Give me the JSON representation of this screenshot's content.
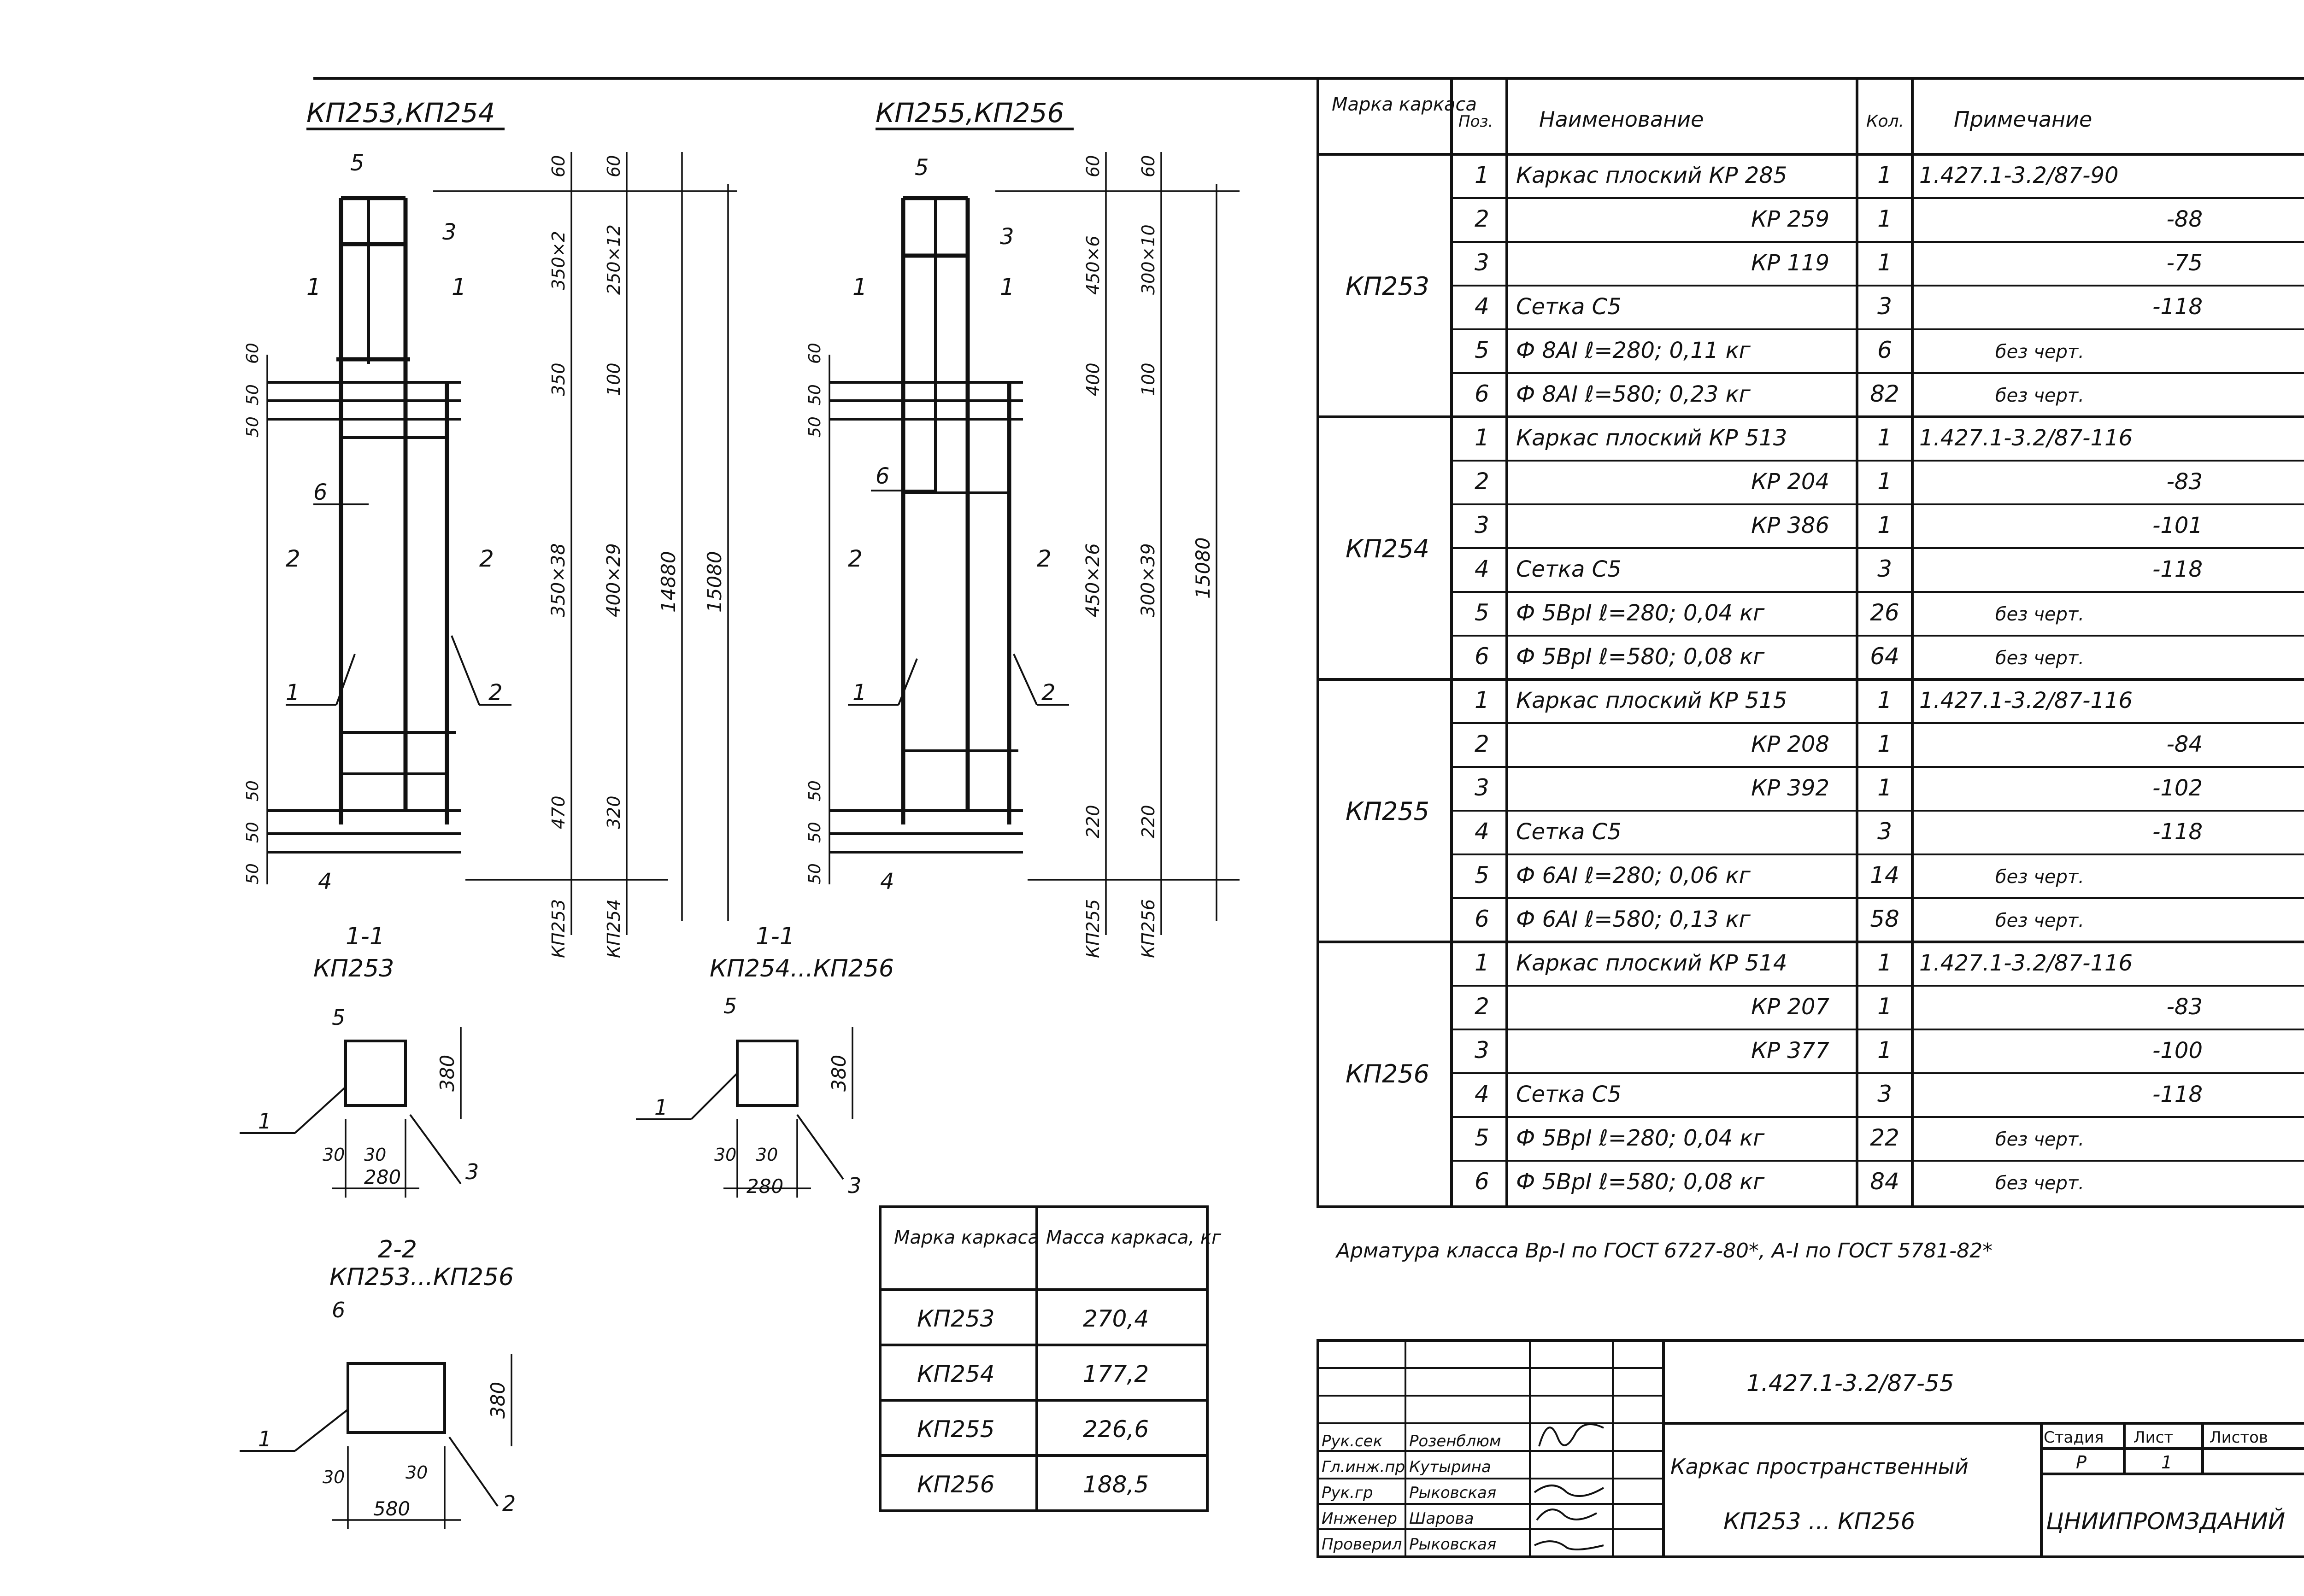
{
  "drawing": {
    "view_a": {
      "title": "КП253,КП254",
      "dims_left": [
        "60",
        "50",
        "50",
        "50",
        "50",
        "50"
      ],
      "dims_col1": [
        "60",
        "350×2",
        "350",
        "350×38",
        "470",
        "КП253"
      ],
      "dims_col2": [
        "60",
        "250×12",
        "100",
        "400×29",
        "320",
        "КП254"
      ],
      "overall": [
        "14880",
        "15080"
      ],
      "callouts": [
        "5",
        "3",
        "1",
        "1",
        "6",
        "2",
        "2",
        "1",
        "2",
        "4"
      ]
    },
    "view_b": {
      "title": "КП255,КП256",
      "dims_left": [
        "60",
        "50",
        "50",
        "50",
        "50",
        "50"
      ],
      "dims_col1": [
        "60",
        "450×6",
        "400",
        "450×26",
        "220",
        "КП255"
      ],
      "dims_col2": [
        "60",
        "300×10",
        "100",
        "300×39",
        "220",
        "КП256"
      ],
      "overall": [
        "15080"
      ],
      "callouts": [
        "5",
        "3",
        "1",
        "1",
        "6",
        "2",
        "2",
        "1",
        "2",
        "4"
      ]
    },
    "sections": [
      {
        "title": "1-1",
        "subtitle": "КП253",
        "labels": [
          "5",
          "1",
          "3"
        ],
        "dims": [
          "380",
          "30",
          "30",
          "280"
        ]
      },
      {
        "title": "1-1",
        "subtitle": "КП254...КП256",
        "labels": [
          "5",
          "1",
          "3"
        ],
        "dims": [
          "380",
          "30",
          "30",
          "280"
        ]
      },
      {
        "title": "2-2",
        "subtitle": "КП253...КП256",
        "labels": [
          "6",
          "1",
          "2"
        ],
        "dims": [
          "380",
          "30",
          "30",
          "580"
        ]
      }
    ]
  },
  "spec_table": {
    "headers": [
      "Марка каркаса",
      "Поз.",
      "Наименование",
      "Кол.",
      "Примечание"
    ],
    "groups": [
      {
        "mark": "КП253",
        "rows": [
          {
            "pos": "1",
            "name": "Каркас плоский КР 285",
            "qty": "1",
            "note": "1.427.1-3.2/87-90"
          },
          {
            "pos": "2",
            "name": "КР 259",
            "qty": "1",
            "note": "-88"
          },
          {
            "pos": "3",
            "name": "КР 119",
            "qty": "1",
            "note": "-75"
          },
          {
            "pos": "4",
            "name": "Сетка С5",
            "qty": "3",
            "note": "-118"
          },
          {
            "pos": "5",
            "name": "Ф 8АI ℓ=280; 0,11 кг",
            "qty": "6",
            "note": "без черт."
          },
          {
            "pos": "6",
            "name": "Ф 8АI ℓ=580; 0,23 кг",
            "qty": "82",
            "note": "без черт."
          }
        ]
      },
      {
        "mark": "КП254",
        "rows": [
          {
            "pos": "1",
            "name": "Каркас плоский КР 513",
            "qty": "1",
            "note": "1.427.1-3.2/87-116"
          },
          {
            "pos": "2",
            "name": "КР 204",
            "qty": "1",
            "note": "-83"
          },
          {
            "pos": "3",
            "name": "КР 386",
            "qty": "1",
            "note": "-101"
          },
          {
            "pos": "4",
            "name": "Сетка С5",
            "qty": "3",
            "note": "-118"
          },
          {
            "pos": "5",
            "name": "Ф 5ВрI ℓ=280; 0,04 кг",
            "qty": "26",
            "note": "без черт."
          },
          {
            "pos": "6",
            "name": "Ф 5ВрI ℓ=580; 0,08 кг",
            "qty": "64",
            "note": "без черт."
          }
        ]
      },
      {
        "mark": "КП255",
        "rows": [
          {
            "pos": "1",
            "name": "Каркас плоский КР 515",
            "qty": "1",
            "note": "1.427.1-3.2/87-116"
          },
          {
            "pos": "2",
            "name": "КР 208",
            "qty": "1",
            "note": "-84"
          },
          {
            "pos": "3",
            "name": "КР 392",
            "qty": "1",
            "note": "-102"
          },
          {
            "pos": "4",
            "name": "Сетка С5",
            "qty": "3",
            "note": "-118"
          },
          {
            "pos": "5",
            "name": "Ф 6АI ℓ=280; 0,06 кг",
            "qty": "14",
            "note": "без черт."
          },
          {
            "pos": "6",
            "name": "Ф 6АI ℓ=580; 0,13 кг",
            "qty": "58",
            "note": "без черт."
          }
        ]
      },
      {
        "mark": "КП256",
        "rows": [
          {
            "pos": "1",
            "name": "Каркас плоский КР 514",
            "qty": "1",
            "note": "1.427.1-3.2/87-116"
          },
          {
            "pos": "2",
            "name": "КР 207",
            "qty": "1",
            "note": "-83"
          },
          {
            "pos": "3",
            "name": "КР 377",
            "qty": "1",
            "note": "-100"
          },
          {
            "pos": "4",
            "name": "Сетка С5",
            "qty": "3",
            "note": "-118"
          },
          {
            "pos": "5",
            "name": "Ф 5ВрI ℓ=280; 0,04 кг",
            "qty": "22",
            "note": "без черт."
          },
          {
            "pos": "6",
            "name": "Ф 5ВрI ℓ=580; 0,08 кг",
            "qty": "84",
            "note": "без черт."
          }
        ]
      }
    ]
  },
  "note": "Арматура класса Вр-I по ГОСТ 6727-80*, А-I по ГОСТ 5781-82*",
  "mass_table": {
    "headers": [
      "Марка каркаса",
      "Масса каркаса, кг"
    ],
    "rows": [
      {
        "mark": "КП253",
        "mass": "270,4"
      },
      {
        "mark": "КП254",
        "mass": "177,2"
      },
      {
        "mark": "КП255",
        "mass": "226,6"
      },
      {
        "mark": "КП256",
        "mass": "188,5"
      }
    ]
  },
  "title_block": {
    "doc_code": "1.427.1-3.2/87-55",
    "title_line1": "Каркас пространственный",
    "title_line2": "КП253 ... КП256",
    "stage_header": "Стадия",
    "sheet_header": "Лист",
    "sheets_header": "Листов",
    "stage": "Р",
    "sheet": "1",
    "sheets": "",
    "org": "ЦНИИПРОМЗДАНИЙ",
    "staff": [
      {
        "role": "Рук.сек",
        "name": "Розенблюм"
      },
      {
        "role": "Гл.инж.пр",
        "name": "Кутырина"
      },
      {
        "role": "Рук.гр",
        "name": "Рыковская"
      },
      {
        "role": "Инженер",
        "name": "Шарова"
      },
      {
        "role": "Проверил",
        "name": "Рыковская"
      }
    ]
  }
}
